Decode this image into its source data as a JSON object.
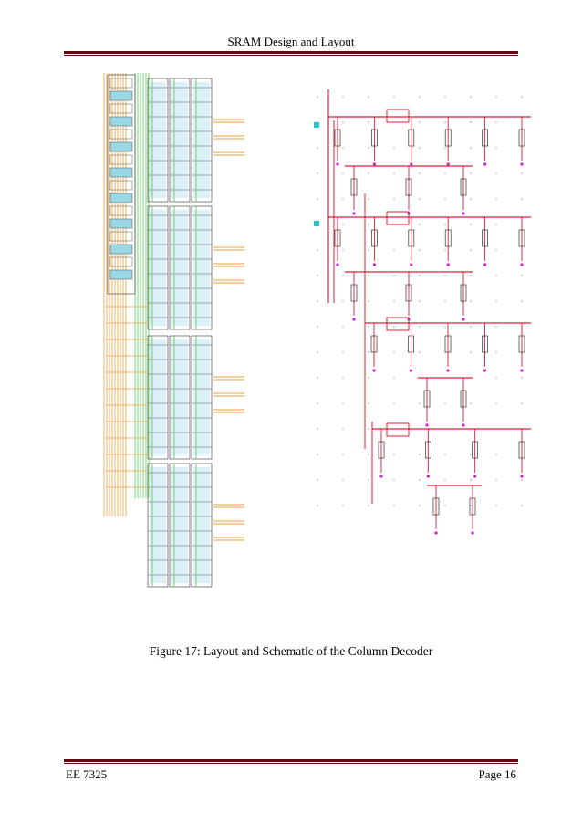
{
  "header": {
    "title": "SRAM Design and Layout"
  },
  "figure": {
    "caption": "Figure 17: Layout and Schematic of the Column Decoder",
    "layout_palette": {
      "orange": "#e8a040",
      "green": "#6cd26c",
      "cyan": "#9ad8e8",
      "dark": "#333333"
    },
    "schematic_palette": {
      "wire": "#d8203a",
      "transistor": "#333333",
      "pin": "#d020c8",
      "port": "#20c8c8"
    }
  },
  "footer": {
    "course": "EE 7325",
    "page": "Page 16"
  }
}
